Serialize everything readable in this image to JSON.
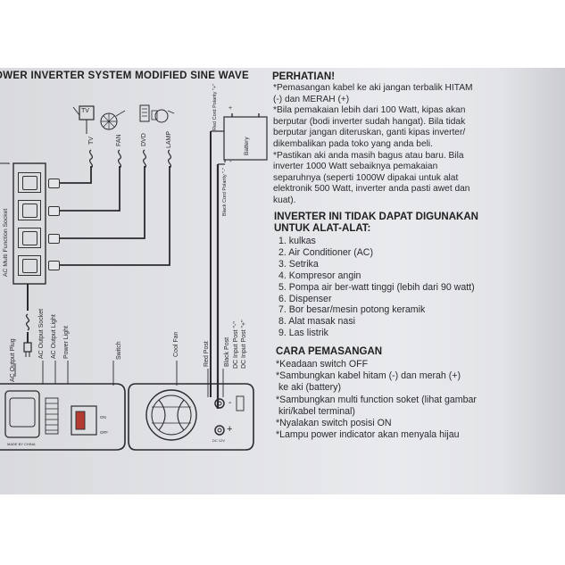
{
  "header": {
    "title": "OWER INVERTER SYSTEM MODIFIED SINE WAVE"
  },
  "perhatian": {
    "heading": "PERHATIAN!",
    "lines": [
      "*Pemasangan kabel ke aki jangan terbalik HITAM",
      "(-) dan MERAH (+)",
      "*Bila pemakaian lebih dari 100 Watt, kipas akan",
      "berputar (bodi inverter sudah hangat). Bila tidak",
      "berputar jangan diteruskan, ganti kipas inverter/",
      "dikembalikan pada toko yang anda beli.",
      "*Pastikan aki anda masih bagus atau baru. Bila",
      "inverter 1000 Watt sebaiknya pemakaian",
      "separuhnya (seperti 1000W dipakai untuk alat",
      "elektronik 500 Watt, inverter anda pasti awet dan",
      "kuat)."
    ]
  },
  "tidak_dapat": {
    "heading_line1": "INVERTER INI TIDAK DAPAT DIGUNAKAN",
    "heading_line2": "UNTUK ALAT-ALAT:",
    "items": [
      "1. kulkas",
      "2. Air Conditioner (AC)",
      "3. Setrika",
      "4. Kompresor angin",
      "5. Pompa air ber-watt tinggi (lebih dari 90 watt)",
      "6. Dispenser",
      "7. Bor besar/mesin potong keramik",
      "8. Alat masak nasi",
      "9. Las listrik"
    ]
  },
  "cara": {
    "heading": "CARA PEMASANGAN",
    "lines": [
      "*Keadaan switch OFF",
      "*Sambungkan kabel hitam (-) dan merah (+)",
      " ke aki (battery)",
      "*Sambungkan multi function soket (lihat gambar",
      " kiri/kabel terminal)",
      "*Nyalakan switch posisi ON",
      "*Lampu power indicator akan menyala hijau"
    ]
  },
  "diagram": {
    "device_labels": [
      "TV",
      "FAN",
      "DVD",
      "LAMP"
    ],
    "tv_box": "TV",
    "socket_label": "AC Multi Function Socket",
    "battery": "Battery",
    "red_cord": "Red Cord Polarity \"+\"",
    "black_cord": "Black Cord Polarity \"-\"",
    "plus_sign": "+",
    "minus_sign": "-",
    "bottom_labels": {
      "ac_output_plug": "AC Output Plug",
      "ac_output_socket": "AC Output Socket",
      "ac_output_light": "AC Output Light",
      "power_light": "Power Light",
      "switch": "Switch",
      "cool_fan": "Cool Fan",
      "red_post": "Red Post",
      "black_post": "Black Post",
      "dc_input_neg": "DC Input Post \"-\"",
      "dc_input_pos": "DC Input Post \"+\""
    },
    "panel": {
      "on": "ON",
      "off": "OFF",
      "made_in": "MADE BY CHINA",
      "dc_label": "DC 12V",
      "term_minus": "-",
      "term_plus": "+"
    }
  }
}
